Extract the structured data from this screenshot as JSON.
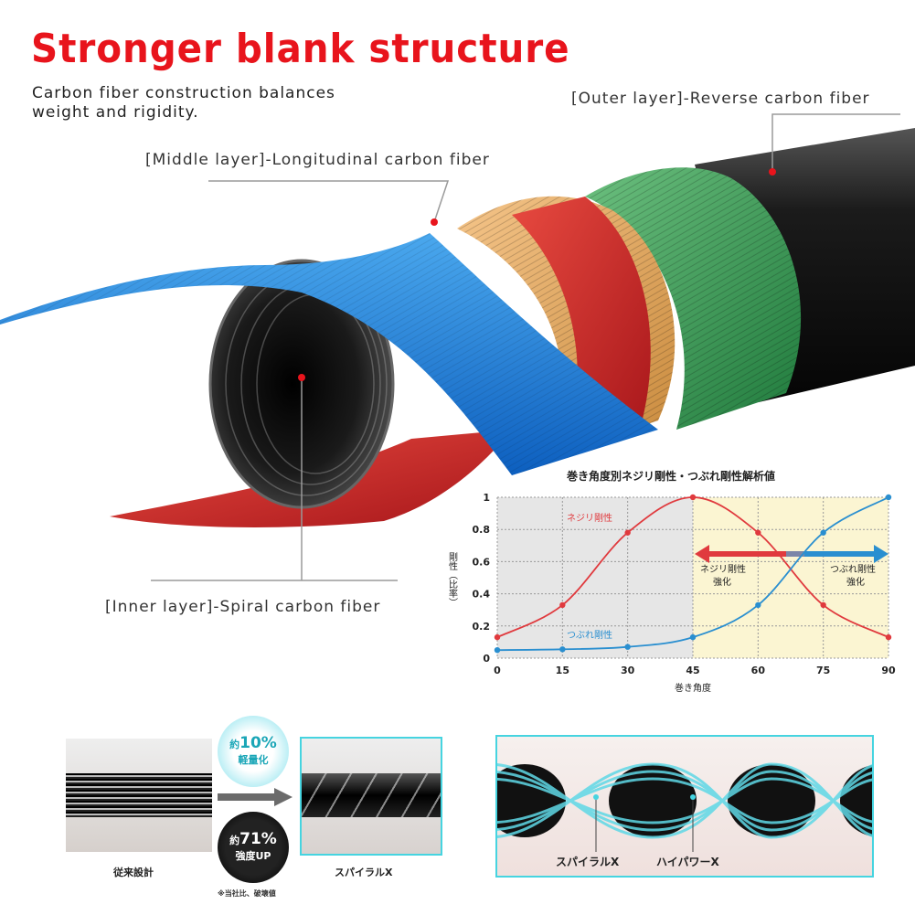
{
  "headline": "Stronger blank structure",
  "subtext": "Carbon fiber construction balances weight and rigidity.",
  "callouts": {
    "outer": "[Outer layer]-Reverse carbon fiber",
    "middle": "[Middle layer]-Longitudinal carbon fiber",
    "inner": "[Inner layer]-Spiral carbon fiber"
  },
  "chart_data": {
    "type": "line",
    "title": "巻き角度別ネジリ剛性・つぶれ剛性解析値",
    "xlabel": "巻き角度",
    "ylabel": "剛性（比率）",
    "x": [
      0,
      15,
      30,
      45,
      60,
      75,
      90
    ],
    "ylim": [
      0,
      1
    ],
    "xlim": [
      0,
      90
    ],
    "yticks": [
      "0",
      "0.2",
      "0.4",
      "0.6",
      "0.8",
      "1"
    ],
    "xticks": [
      "0",
      "15",
      "30",
      "45",
      "60",
      "75",
      "90"
    ],
    "series": [
      {
        "name": "ネジリ剛性",
        "color": "#e03a3e",
        "values": [
          0.13,
          0.33,
          0.78,
          1.0,
          0.78,
          0.33,
          0.13
        ]
      },
      {
        "name": "つぶれ剛性",
        "color": "#2a8fd0",
        "values": [
          0.05,
          0.055,
          0.07,
          0.13,
          0.33,
          0.78,
          1.0
        ]
      }
    ],
    "annotations": {
      "left_arrow_top": "ネジリ剛性",
      "left_arrow_bottom": "強化",
      "right_arrow_top": "つぶれ剛性",
      "right_arrow_bottom": "強化"
    },
    "colors": {
      "grey_region": "#e6e6e6",
      "yellow_region": "#fbf5d2"
    }
  },
  "comparison": {
    "conventional_label": "従来設計",
    "spiral_label": "スパイラルX",
    "badge1_prefix": "約",
    "badge1_value": "10%",
    "badge1_suffix": "軽量化",
    "badge2_prefix": "約",
    "badge2_value": "71%",
    "badge2_suffix": "強度UP",
    "note": "※当社比、破壊値"
  },
  "diagram": {
    "label_spiral": "スパイラルX",
    "label_hipower": "ハイパワーX"
  }
}
